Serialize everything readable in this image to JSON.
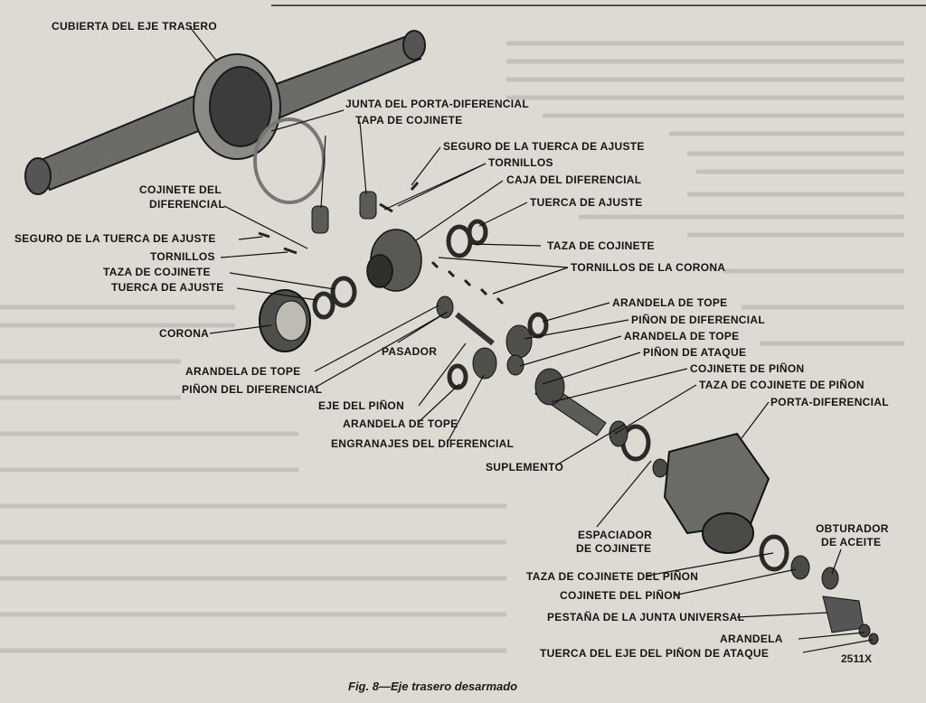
{
  "figure": {
    "caption": "Fig. 8—Eje trasero desarmado",
    "code": "2511X"
  },
  "labels": {
    "cubierta_eje_trasero": "CUBIERTA DEL EJE TRASERO",
    "junta_porta_diferencial": "JUNTA DEL PORTA-DIFERENCIAL",
    "tapa_cojinete": "TAPA DE COJINETE",
    "seguro_tuerca_ajuste_top": "SEGURO DE LA TUERCA DE AJUSTE",
    "tornillos_top": "TORNILLOS",
    "caja_diferencial": "CAJA DEL DIFERENCIAL",
    "cojinete_del": "COJINETE DEL",
    "diferencial": "DIFERENCIAL",
    "tuerca_ajuste_top": "TUERCA DE AJUSTE",
    "seguro_tuerca_ajuste_left": "SEGURO DE LA TUERCA DE AJUSTE",
    "taza_cojinete_right": "TAZA DE COJINETE",
    "tornillos_left": "TORNILLOS",
    "tornillos_corona": "TORNILLOS DE LA CORONA",
    "taza_cojinete_left": "TAZA DE COJINETE",
    "tuerca_ajuste_left": "TUERCA DE AJUSTE",
    "arandela_tope_1": "ARANDELA DE TOPE",
    "corona": "CORONA",
    "pinon_diferencial_right": "PIÑON DE DIFERENCIAL",
    "arandela_tope_2": "ARANDELA DE TOPE",
    "pasador": "PASADOR",
    "pinon_ataque": "PIÑON DE ATAQUE",
    "arandela_tope_left": "ARANDELA DE TOPE",
    "cojinete_pinon": "COJINETE DE PIÑON",
    "pinon_del_diferencial": "PIÑON DEL DIFERENCIAL",
    "taza_cojinete_pinon": "TAZA DE COJINETE DE PIÑON",
    "porta_diferencial": "PORTA-DIFERENCIAL",
    "eje_pinon": "EJE DEL PIÑON",
    "arandela_tope_bottom": "ARANDELA DE TOPE",
    "engranajes_diferencial": "ENGRANAJES DEL DIFERENCIAL",
    "suplemento": "SUPLEMENTO",
    "espaciador": "ESPACIADOR",
    "de_cojinete": "DE COJINETE",
    "obturador": "OBTURADOR",
    "de_aceite": "DE ACEITE",
    "taza_cojinete_del_pinon": "TAZA DE COJINETE DEL PIÑON",
    "cojinete_del_pinon": "COJINETE DEL PIÑON",
    "pestana_junta_universal": "PESTAÑA DE LA JUNTA UNIVERSAL",
    "arandela": "ARANDELA",
    "tuerca_eje_pinon_ataque": "TUERCA DEL EJE DEL PIÑON DE ATAQUE"
  },
  "colors": {
    "paper": "#dcdad2",
    "ink": "#151515",
    "metal": "#4a4a48"
  }
}
